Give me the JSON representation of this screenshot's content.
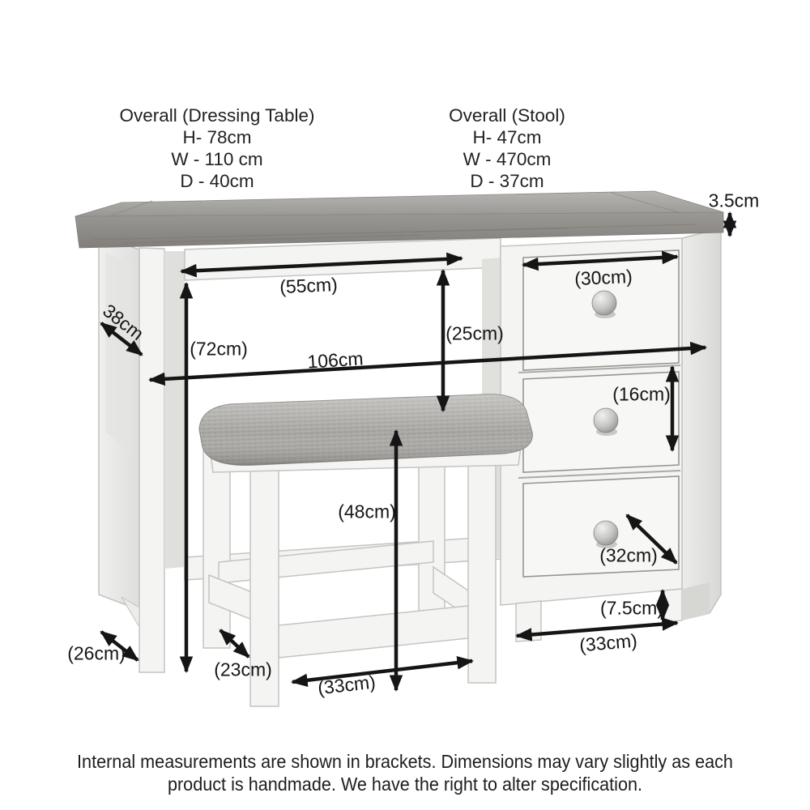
{
  "title_blocks": {
    "dressing_table": {
      "title": "Overall (Dressing Table)",
      "h": "H- 78cm",
      "w": "W - 110 cm",
      "d": "D - 40cm"
    },
    "stool": {
      "title": "Overall (Stool)",
      "h": "H- 47cm",
      "w": "W - 470cm",
      "d": "D - 37cm"
    }
  },
  "measurements": {
    "top_thickness": "3.5cm",
    "kneehole_width": "(55cm)",
    "top_drawer_width": "(30cm)",
    "table_depth": "38cm",
    "kneehole_height": "(25cm)",
    "inner_height": "(72cm)",
    "inner_width": "106cm",
    "middle_drawer_height": "(16cm)",
    "stool_height": "(48cm)",
    "bottom_drawer_diagonal": "(32cm)",
    "foot_height": "(7.5cm)",
    "pedestal_width": "(33cm)",
    "table_leg_depth": "(26cm)",
    "stool_leg_depth": "(23cm)",
    "stool_width": "(33cm)"
  },
  "footer": {
    "line1": "Internal measurements are shown in brackets. Dimensions may vary slightly as each",
    "line2": "product is handmade. We have the right to alter specification."
  },
  "colors": {
    "arrow": "#151515",
    "wood_top": "#9d9b97",
    "wood_edge": "#8c8a86",
    "cushion_fabric": "#a6a4a0",
    "furniture_white": "#f4f4f2",
    "edge_outline": "#c4c4c1",
    "background": "#ffffff"
  }
}
